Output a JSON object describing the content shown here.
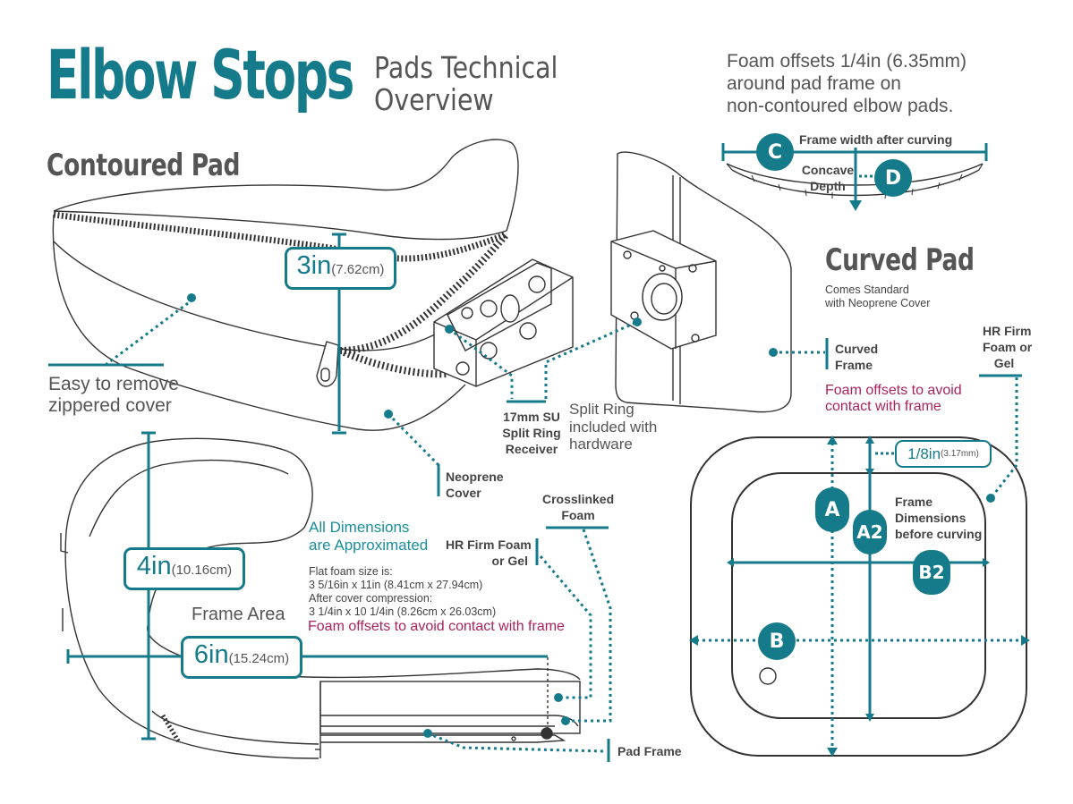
{
  "title": {
    "main": "Elbow Stops",
    "sub_line1": "Pads Technical",
    "sub_line2": "Overview"
  },
  "contoured": {
    "heading": "Contoured Pad",
    "height_value": "3in",
    "height_unit": "(7.62cm)",
    "zipper_label_1": "Easy to remove",
    "zipper_label_2": "zippered cover",
    "neoprene_1": "Neoprene",
    "neoprene_2": "Cover",
    "receiver_1": "17mm SU",
    "receiver_2": "Split Ring",
    "receiver_3": "Receiver",
    "splitring_1": "Split Ring",
    "splitring_2": "included with",
    "splitring_3": "hardware"
  },
  "foam_note": {
    "line1": "Foam offsets 1/4in (6.35mm)",
    "line2": "around pad frame on",
    "line3": "non-contoured elbow pads."
  },
  "curve_diagram": {
    "c_letter": "C",
    "d_letter": "D",
    "frame_width": "Frame width after curving",
    "concave_1": "Concave",
    "concave_2": "Depth"
  },
  "curved": {
    "heading": "Curved Pad",
    "sub_1": "Comes Standard",
    "sub_2": "with Neoprene Cover",
    "frame_1": "Curved",
    "frame_2": "Frame",
    "offset_1": "Foam offsets to avoid",
    "offset_2": "contact with frame",
    "hr_1": "HR Firm",
    "hr_2": "Foam or",
    "hr_3": "Gel"
  },
  "plan": {
    "a": "A",
    "a2": "A2",
    "b": "B",
    "b2": "B2",
    "inset_value": "1/8in",
    "inset_unit": "(3.17mm)",
    "dims_1": "Frame",
    "dims_2": "Dimensions",
    "dims_3": "before curving"
  },
  "side": {
    "height_value": "4in",
    "height_unit": "(10.16cm)",
    "length_value": "6in",
    "length_unit": "(15.24cm)",
    "frame_area": "Frame Area",
    "approx_1": "All Dimensions",
    "approx_2": "are Approximated",
    "flat_1": "Flat foam size is:",
    "flat_2": "3 5/16in x 11in (8.41cm x 27.94cm)",
    "flat_3": "After cover compression:",
    "flat_4": "3 1/4in x 10 1/4in (8.26cm x 26.03cm)",
    "offset": "Foam offsets to avoid contact with frame",
    "crosslinked_1": "Crosslinked",
    "crosslinked_2": "Foam",
    "hr_1": "HR Firm Foam",
    "hr_2": "or Gel",
    "pad_frame": "Pad Frame"
  },
  "colors": {
    "accent": "#157b8b",
    "text": "#444444",
    "note_red": "#a8235b",
    "note_teal": "#1a8e9c"
  }
}
